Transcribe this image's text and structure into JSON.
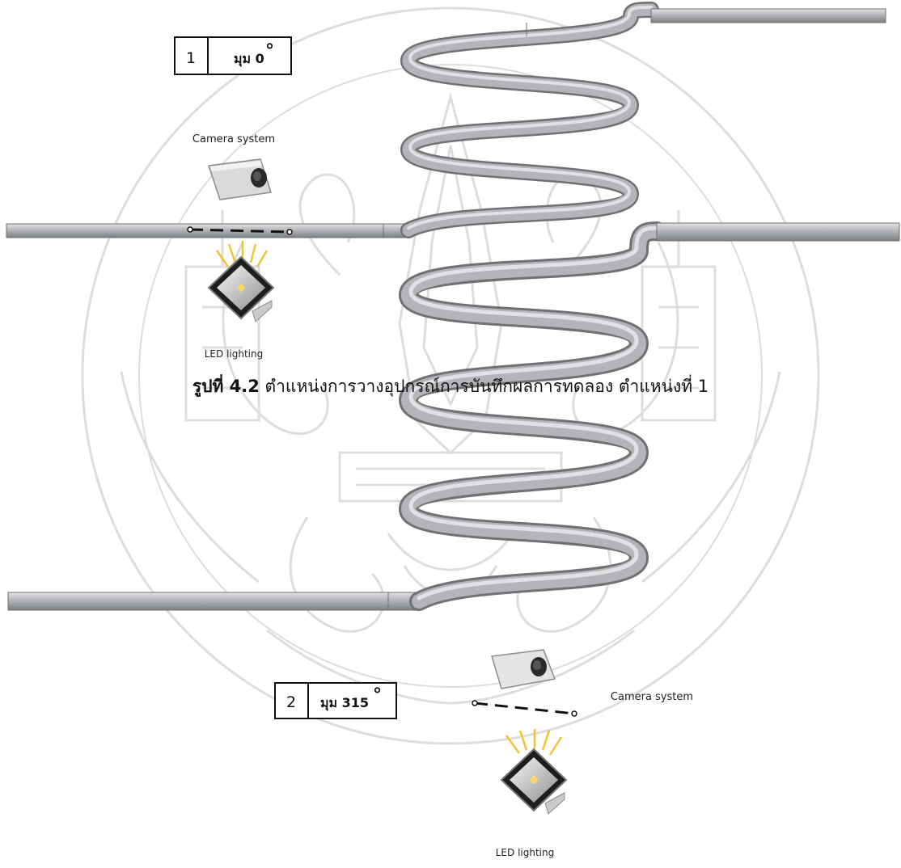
{
  "figure": {
    "caption_label": "รูปที่ 4.2",
    "caption_text": "ตำแหน่งการวางอุปกรณ์การบันทึกผลการทดลอง ตำแหน่งที่ 1"
  },
  "diagram_top": {
    "position_no": "1",
    "angle_label": "มุม 0",
    "degree_symbol": "°",
    "camera_label": "Camera system",
    "light_label": "LED lighting"
  },
  "diagram_bottom": {
    "position_no": "2",
    "angle_label": "มุม 315",
    "degree_symbol": "°",
    "camera_label": "Camera system",
    "light_label": "LED lighting"
  },
  "colors": {
    "tube": "#a9abad",
    "tube_light": "#dcdddf",
    "tube_dark": "#6f7174",
    "watermark": "#cccccc",
    "light_rays": "#f2c23a",
    "led_core": "#f4d96a"
  }
}
